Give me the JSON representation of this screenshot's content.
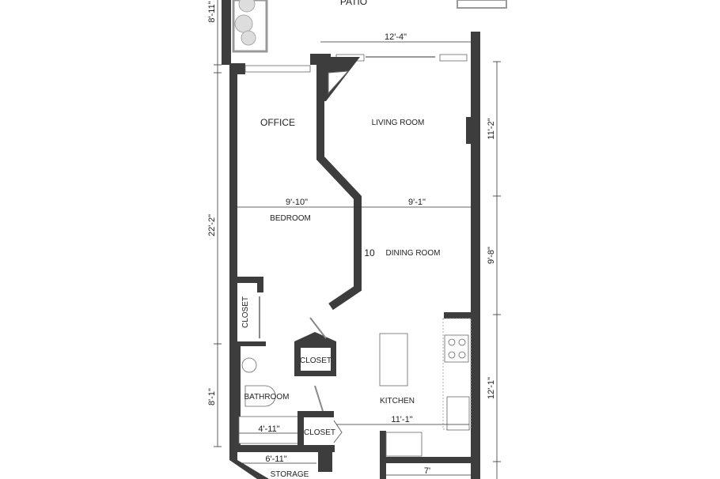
{
  "rooms": {
    "patio": "PATIO",
    "office": "OFFICE",
    "living_room": "LIVING ROOM",
    "bedroom": "BEDROOM",
    "dining_room": "DINING ROOM",
    "unit_number": "10",
    "closet_bedroom": "CLOSET",
    "closet_hall": "CLOSET",
    "closet_bath": "CLOSET",
    "bathroom": "BATHROOM",
    "kitchen": "KITCHEN",
    "storage": "STORAGE"
  },
  "dimensions": {
    "patio_depth": "8'-11\"",
    "living_width": "12'-4\"",
    "left_total": "22'-2\"",
    "living_depth": "11'-2\"",
    "bedroom_width": "9'-10\"",
    "living_width_lower": "9'-1\"",
    "dining_depth": "9'-8\"",
    "bath_depth": "8'-1\"",
    "kitchen_depth": "12'-1\"",
    "tub_width": "4'-11\"",
    "kitchen_width": "11'-1\"",
    "storage_width": "6'-11\"",
    "bottom_width": "7'"
  },
  "colors": {
    "wall": "#3d3d3d",
    "background": "#ffffff"
  }
}
